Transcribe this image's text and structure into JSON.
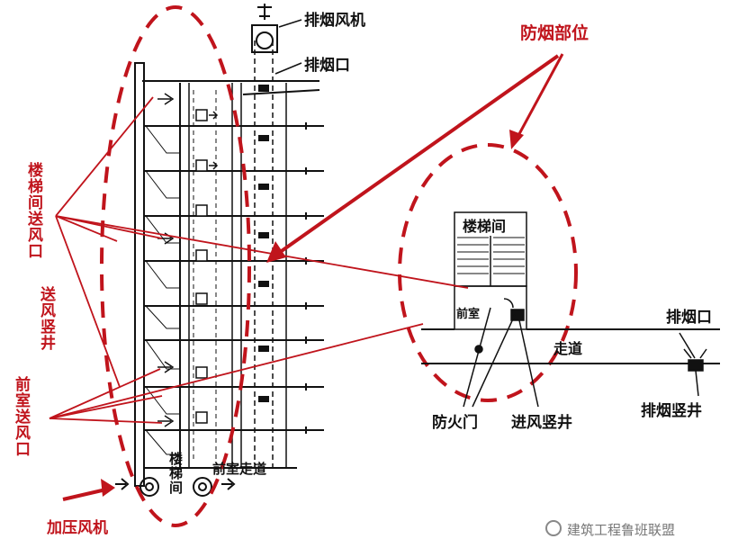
{
  "labels": {
    "exhaust_fan": "排烟风机",
    "exhaust_outlet_top": "排烟口",
    "smoke_prevention_area": "防烟部位",
    "stair_supply_outlet": "楼梯间送风口",
    "supply_shaft": "送风竖井",
    "anteroom_supply_outlet": "前室送风口",
    "stairwell_bottom": "楼梯间",
    "anteroom_corridor": "前室走道",
    "pressurization_fan": "加压风机",
    "stairwell_detail": "楼梯间",
    "anteroom_detail": "前室",
    "corridor": "走道",
    "exhaust_outlet_right": "排烟口",
    "fire_door": "防火门",
    "air_inlet_shaft": "进风竖井",
    "exhaust_shaft": "排烟竖井"
  },
  "watermark": "建筑工程鲁班联盟",
  "colors": {
    "annotation": "#c0141c",
    "drawing": "#111111"
  }
}
